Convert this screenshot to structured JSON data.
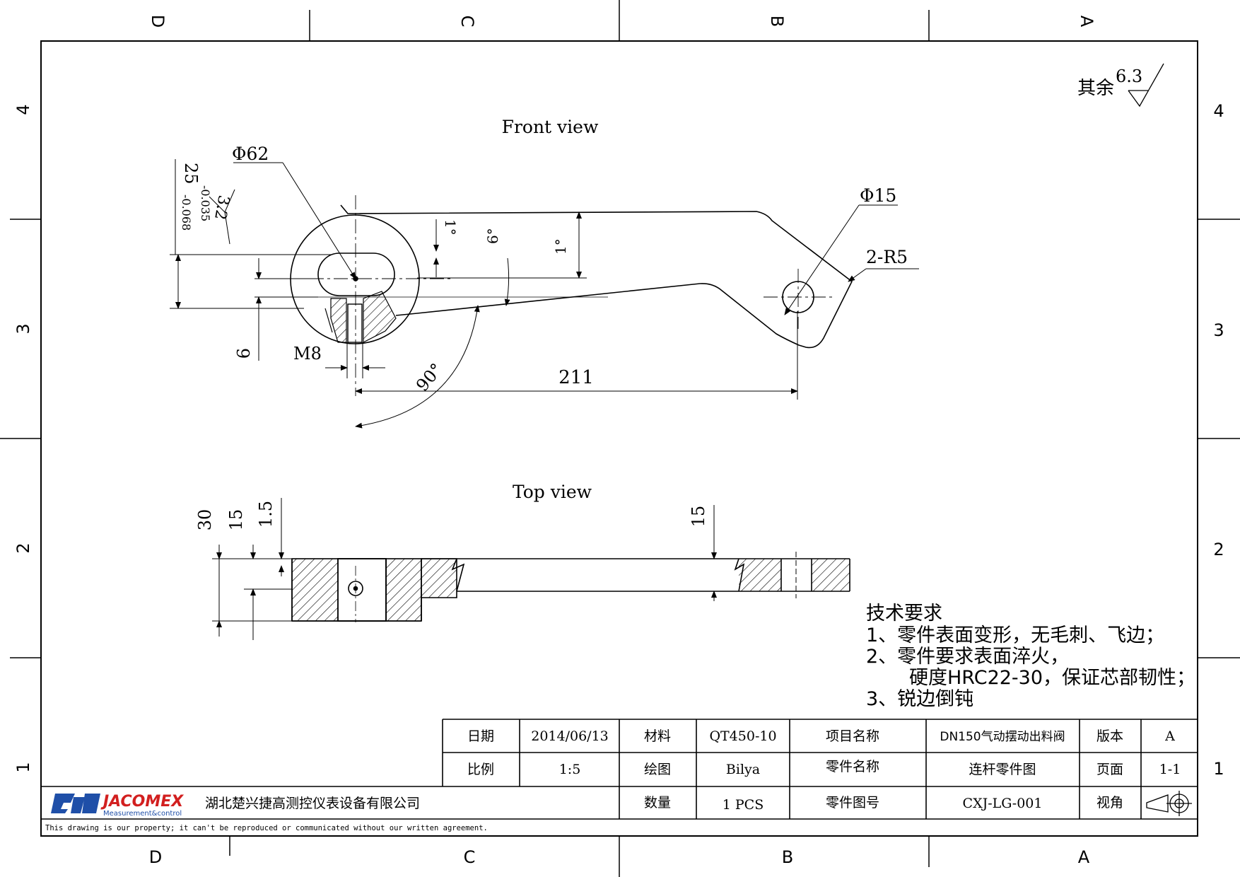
{
  "zones": {
    "columns_top": [
      "D",
      "C",
      "B",
      "A"
    ],
    "columns_bottom": [
      "D",
      "C",
      "B",
      "A"
    ],
    "rows_left": [
      "4",
      "3",
      "2",
      "1"
    ],
    "rows_right": [
      "4",
      "3",
      "2",
      "1"
    ]
  },
  "surface_finish": {
    "label": "其余",
    "value": "6.3"
  },
  "front_view": {
    "title": "Front view",
    "dim_bore_dia": "Φ62",
    "dim_hole_dia": "Φ15",
    "dim_keyway": "25",
    "tol_upper": "-0.035",
    "tol_lower": "-0.068",
    "roughness_bore": "3.2",
    "angle_1a": "1°",
    "angle_6": "6°",
    "angle_1b": "1°",
    "radius": "2-R5",
    "dim_9": "9",
    "thread": "M8",
    "dim_211": "211",
    "angle_90": "90°"
  },
  "top_view": {
    "title": "Top view",
    "dim_30": "30",
    "dim_15a": "15",
    "dim_1_5": "1.5",
    "dim_15b": "15"
  },
  "tech_requirements": {
    "heading": "技术要求",
    "line1": "1、零件表面变形，无毛刺、飞边；",
    "line2": "2、零件要求表面淬火，",
    "line3": "硬度HRC22-30，保证芯部韧性；",
    "line4": "3、锐边倒钝"
  },
  "title_block": {
    "date_label": "日期",
    "date_value": "2014/06/13",
    "material_label": "材料",
    "material_value": "QT450-10",
    "project_label": "项目名称",
    "project_value": "DN150气动摆动出料阀",
    "version_label": "版本",
    "version_value": "A",
    "scale_label": "比例",
    "scale_value": "1:5",
    "drawn_label": "绘图",
    "drawn_value": "Bilya",
    "part_name_label": "零件名称",
    "part_name_value": "连杆零件图",
    "page_label": "页面",
    "page_value": "1-1",
    "qty_label": "数量",
    "qty_value": "1 PCS",
    "part_no_label": "零件图号",
    "part_no_value": "CXJ-LG-001",
    "view_label": "视角",
    "logo_text": "JACOMEX",
    "logo_sub": "Measurement&control",
    "company": "湖北楚兴捷高测控仪表设备有限公司",
    "disclaimer": "This drawing is our property; it can't be reproduced or communicated without our written agreement."
  }
}
